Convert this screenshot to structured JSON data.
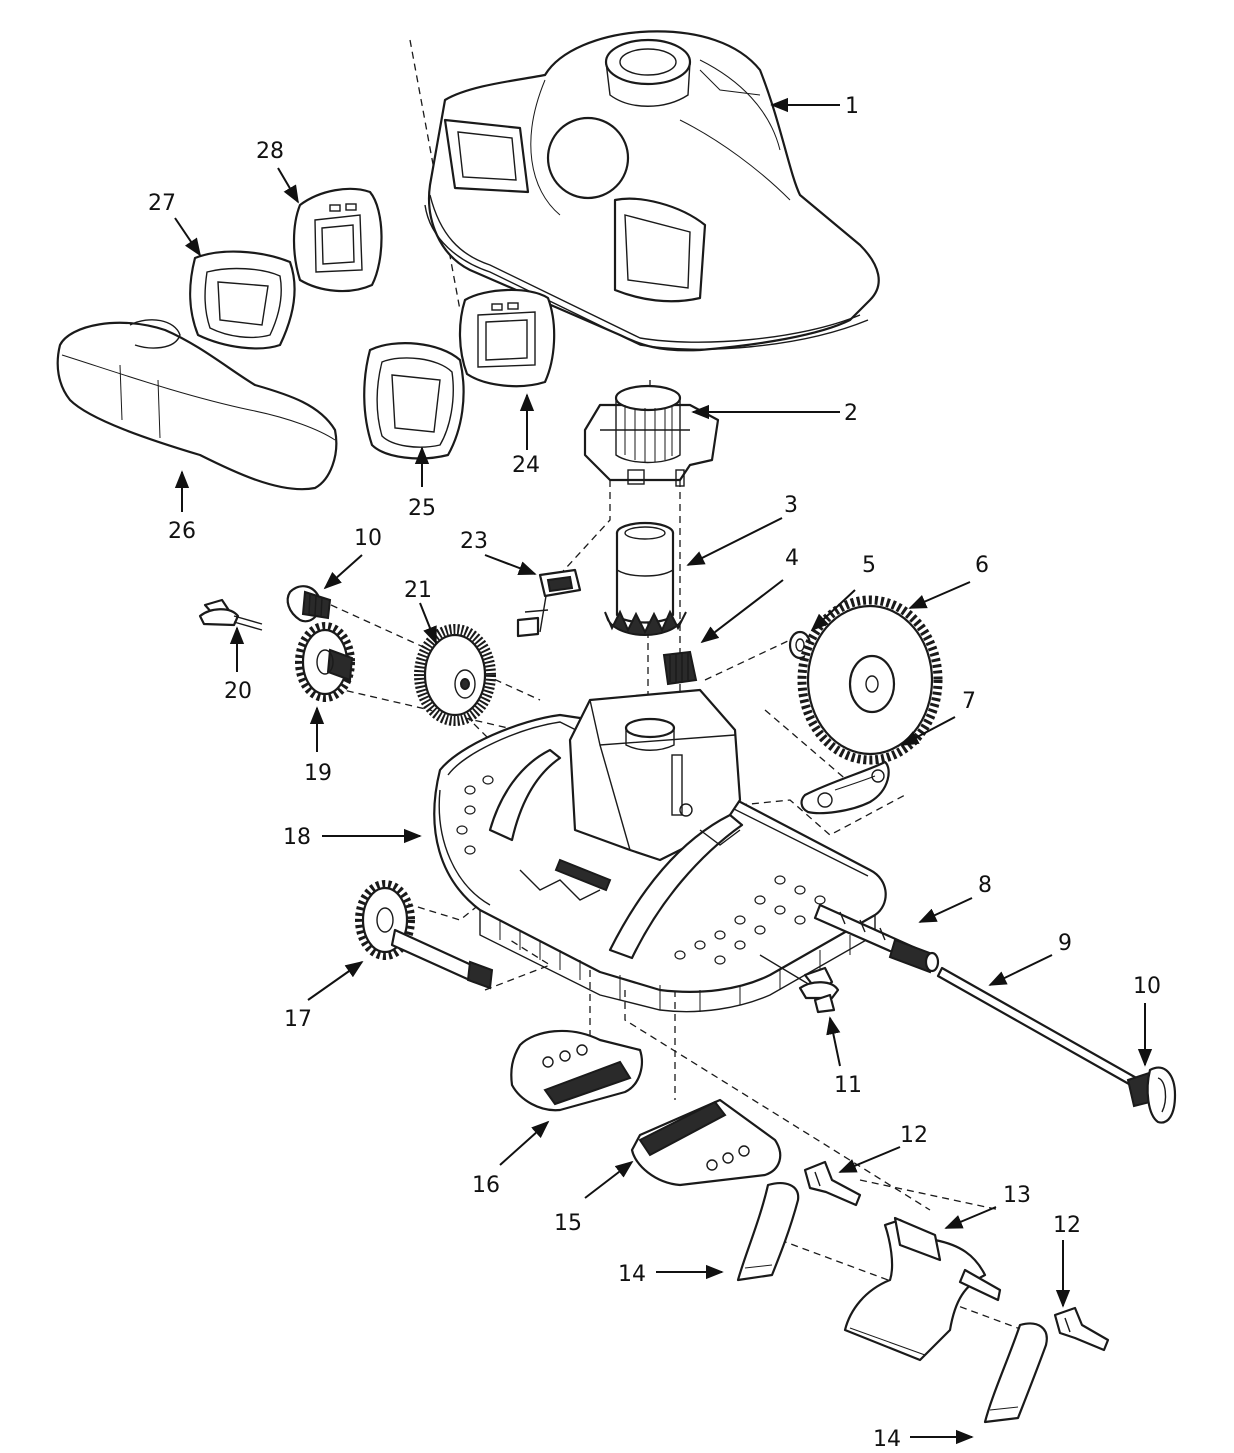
{
  "callouts": {
    "c1": "1",
    "c2": "2",
    "c3": "3",
    "c4": "4",
    "c5": "5",
    "c6": "6",
    "c7": "7",
    "c8": "8",
    "c9": "9",
    "c10a": "10",
    "c10b": "10",
    "c11": "11",
    "c12a": "12",
    "c12b": "12",
    "c13": "13",
    "c14a": "14",
    "c14b": "14",
    "c15": "15",
    "c16": "16",
    "c17": "17",
    "c18": "18",
    "c19": "19",
    "c20": "20",
    "c21": "21",
    "c23": "23",
    "c24": "24",
    "c25": "25",
    "c26": "26",
    "c27": "27",
    "c28": "28"
  },
  "colors": {
    "line": "#1a1a1a",
    "background": "#ffffff"
  }
}
